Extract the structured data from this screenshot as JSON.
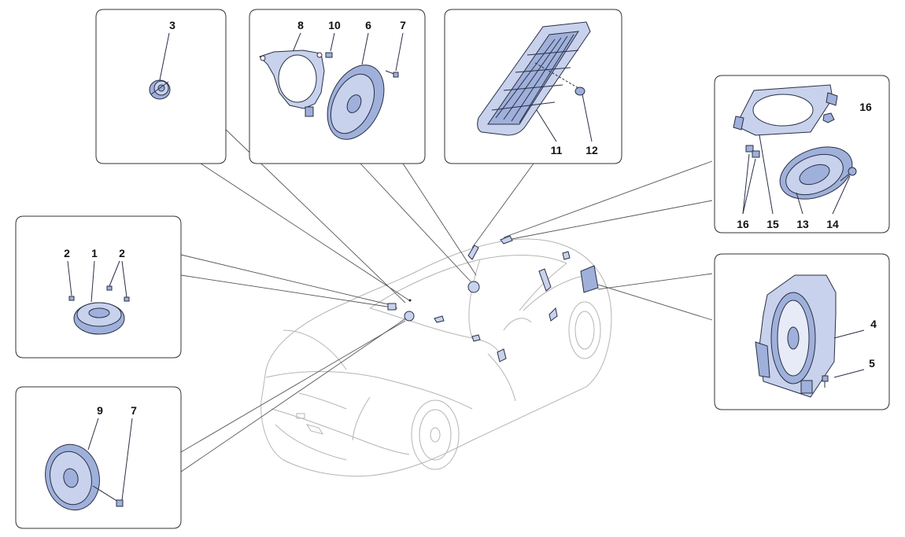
{
  "colors": {
    "part_fill": "#c8d2ec",
    "part_shade": "#9fb0db",
    "outline": "#2a2f45",
    "car_outline": "#b5b5b5",
    "frame": "#333333"
  },
  "panels": {
    "p_tweeter": {
      "labels": [
        "3"
      ]
    },
    "p_door_speaker": {
      "labels": [
        "8",
        "10",
        "6",
        "7"
      ]
    },
    "p_grille": {
      "labels": [
        "11",
        "12"
      ]
    },
    "p_rear_speaker": {
      "labels": [
        "16",
        "16",
        "15",
        "13",
        "14"
      ]
    },
    "p_subwoofer": {
      "labels": [
        "4",
        "5"
      ]
    },
    "p_dash_speaker": {
      "labels": [
        "2",
        "1",
        "2"
      ]
    },
    "p_front_speaker": {
      "labels": [
        "9",
        "7"
      ]
    }
  }
}
